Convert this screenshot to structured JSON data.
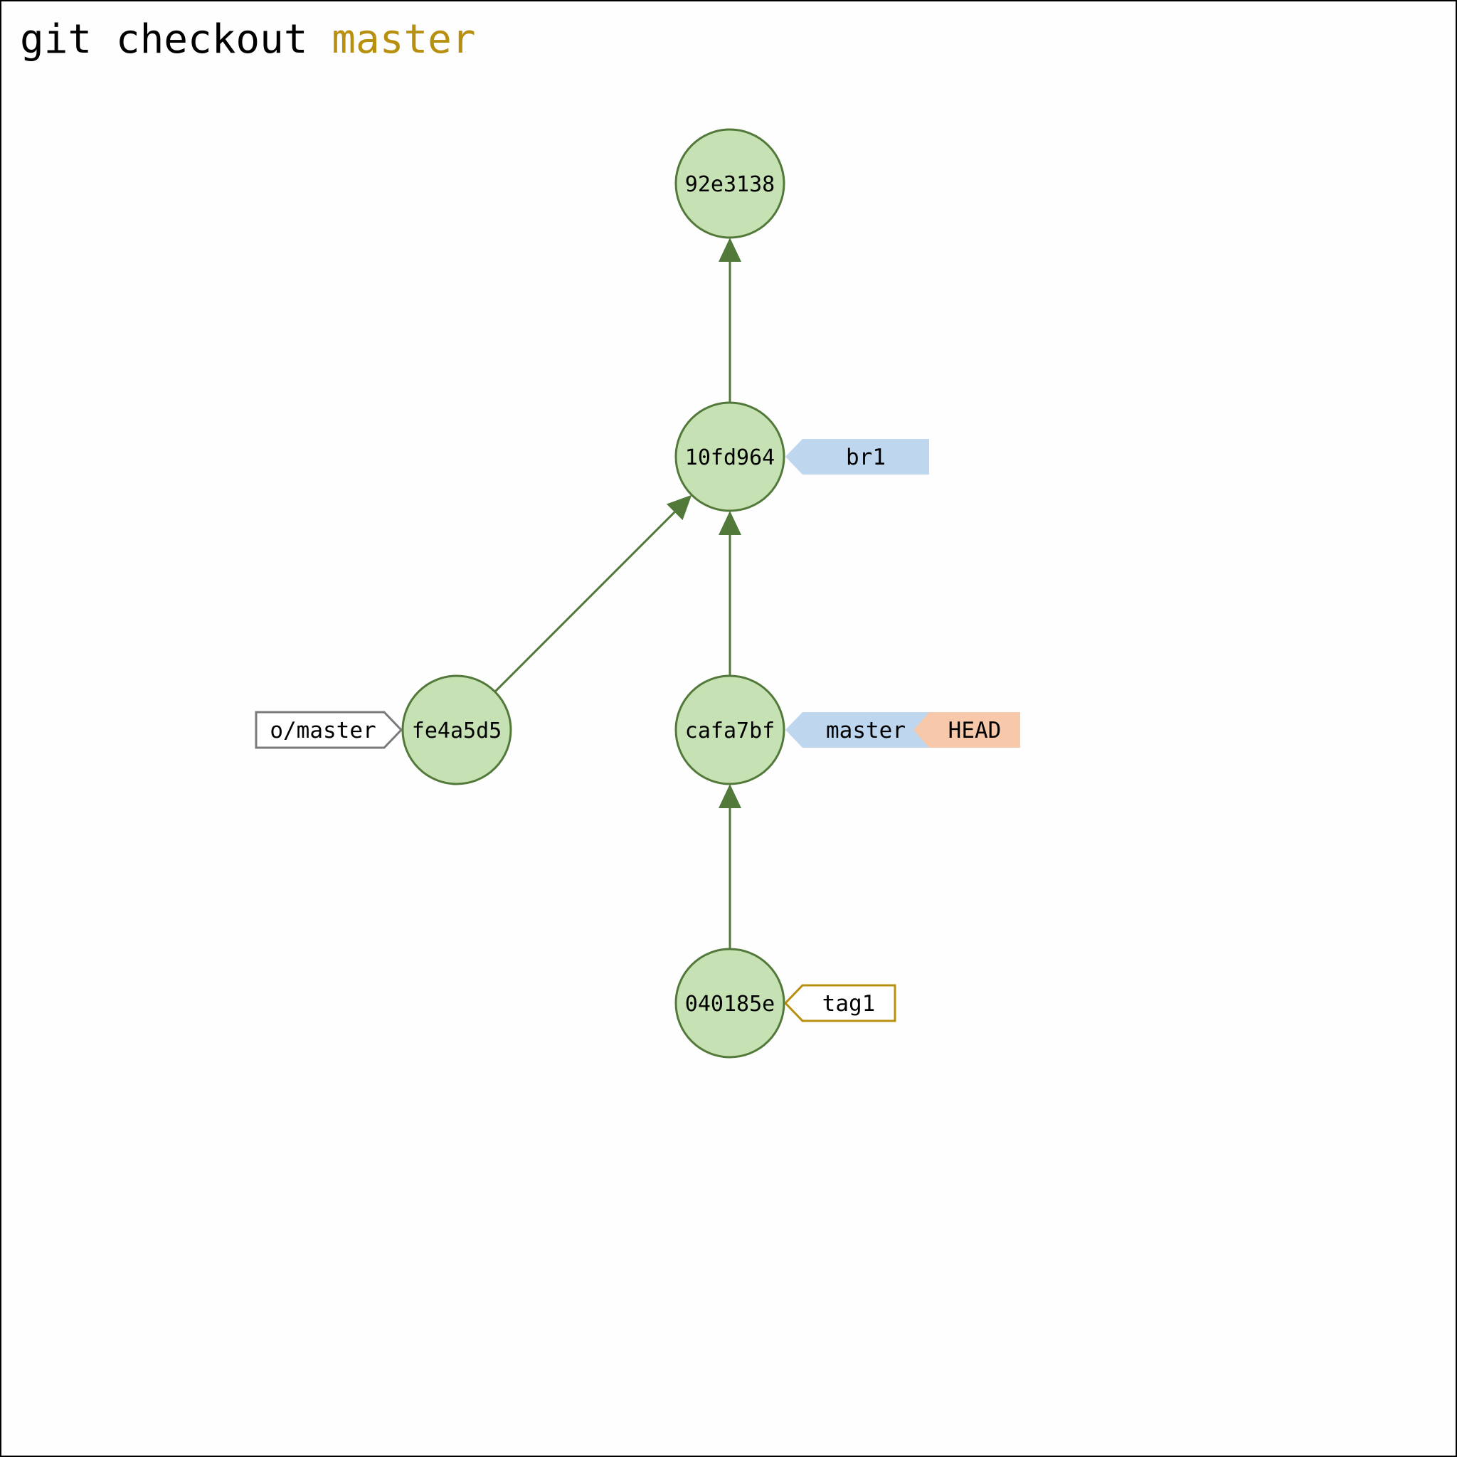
{
  "command": {
    "prefix": "git checkout",
    "argument": "master"
  },
  "colors": {
    "commit_fill": "#c6e2b4",
    "commit_stroke": "#52793a",
    "edge": "#52793a",
    "branch_fill": "#bed7ee",
    "head_fill": "#f7c8a9",
    "tag_stroke": "#b8900f",
    "remote_stroke": "#7a7a7a",
    "command_argument": "#b8900f"
  },
  "commits": [
    {
      "id": "92e3138"
    },
    {
      "id": "10fd964"
    },
    {
      "id": "fe4a5d5"
    },
    {
      "id": "cafa7bf"
    },
    {
      "id": "040185e"
    }
  ],
  "edges": [
    {
      "from": "10fd964",
      "to": "92e3138"
    },
    {
      "from": "fe4a5d5",
      "to": "10fd964"
    },
    {
      "from": "cafa7bf",
      "to": "10fd964"
    },
    {
      "from": "040185e",
      "to": "cafa7bf"
    }
  ],
  "refs": [
    {
      "name": "br1",
      "type": "branch",
      "target": "10fd964"
    },
    {
      "name": "master",
      "type": "branch",
      "target": "cafa7bf"
    },
    {
      "name": "HEAD",
      "type": "head",
      "target": "master"
    },
    {
      "name": "tag1",
      "type": "tag",
      "target": "040185e"
    },
    {
      "name": "o/master",
      "type": "remote-branch",
      "target": "fe4a5d5"
    }
  ]
}
